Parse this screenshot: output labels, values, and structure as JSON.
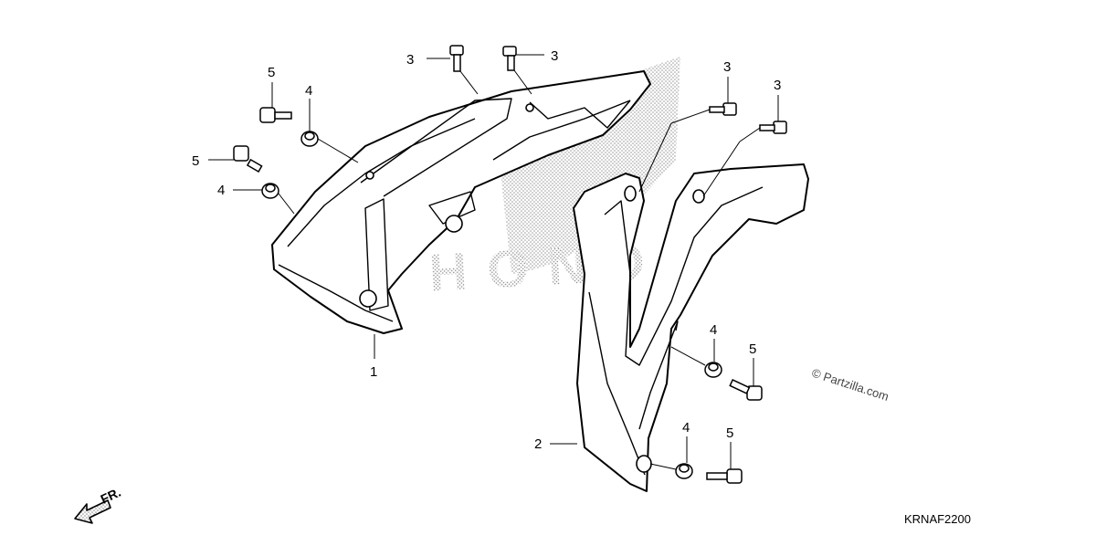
{
  "callouts": {
    "c1": "1",
    "c2": "2",
    "c3a": "3",
    "c3b": "3",
    "c3c": "3",
    "c3d": "3",
    "c4a": "4",
    "c4b": "4",
    "c4c": "4",
    "c4d": "4",
    "c5a": "5",
    "c5b": "5",
    "c5c": "5",
    "c5d": "5"
  },
  "watermark": "HONDA",
  "copyright": "© Partzilla.com",
  "diagram_code": "KRNAF2200",
  "front_label": "FR."
}
